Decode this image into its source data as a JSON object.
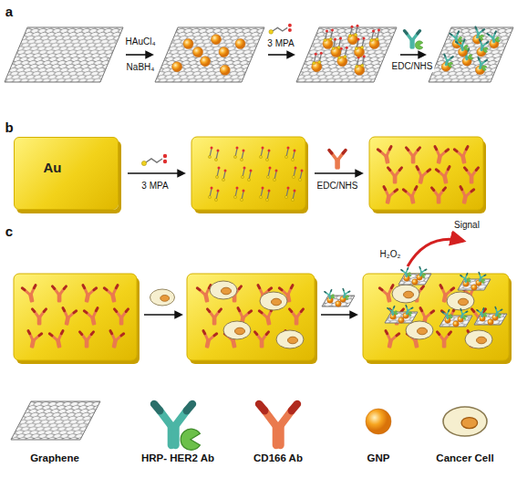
{
  "diagram": {
    "nodes": [
      {
        "text": [
          "Au"
        ]
      }
    ],
    "labels": [
      "a",
      "HAuCl₄",
      "NaBH₄",
      "3 MPA",
      "EDC/NHS",
      "b",
      "3 MPA",
      "EDC/NHS",
      "c",
      "H₂O₂",
      "Signal"
    ],
    "legend": [
      {
        "text": "Graphene"
      },
      {
        "text": "HRP- HER2 Ab"
      },
      {
        "text": "CD166 Ab"
      },
      {
        "text": "GNP"
      },
      {
        "text": "Cancer Cell"
      }
    ]
  }
}
